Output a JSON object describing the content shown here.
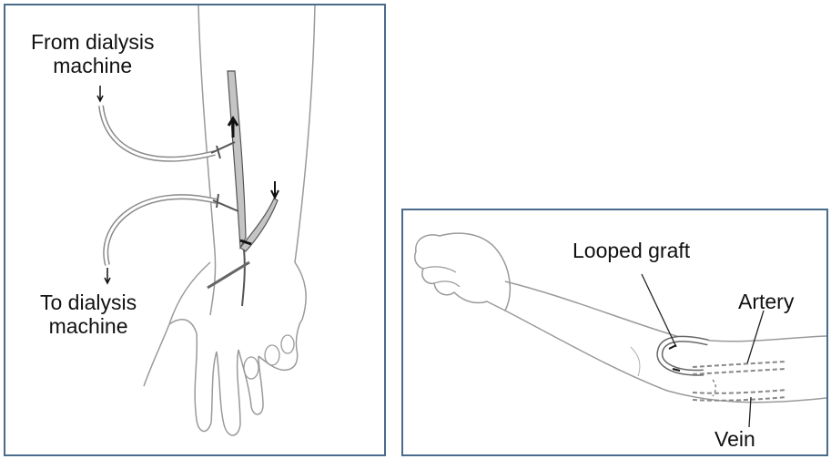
{
  "left_panel": {
    "from_label_line1": "From dialysis",
    "from_label_line2": "machine",
    "to_label_line1": "To dialysis",
    "to_label_line2": "machine"
  },
  "right_panel": {
    "looped_graft_label": "Looped graft",
    "artery_label": "Artery",
    "vein_label": "Vein"
  },
  "colors": {
    "border": "#4a6b8c",
    "line": "#8a8a8a",
    "vessel_fill": "#c4c4c4",
    "vessel_stroke": "#555555",
    "text": "#111111"
  }
}
